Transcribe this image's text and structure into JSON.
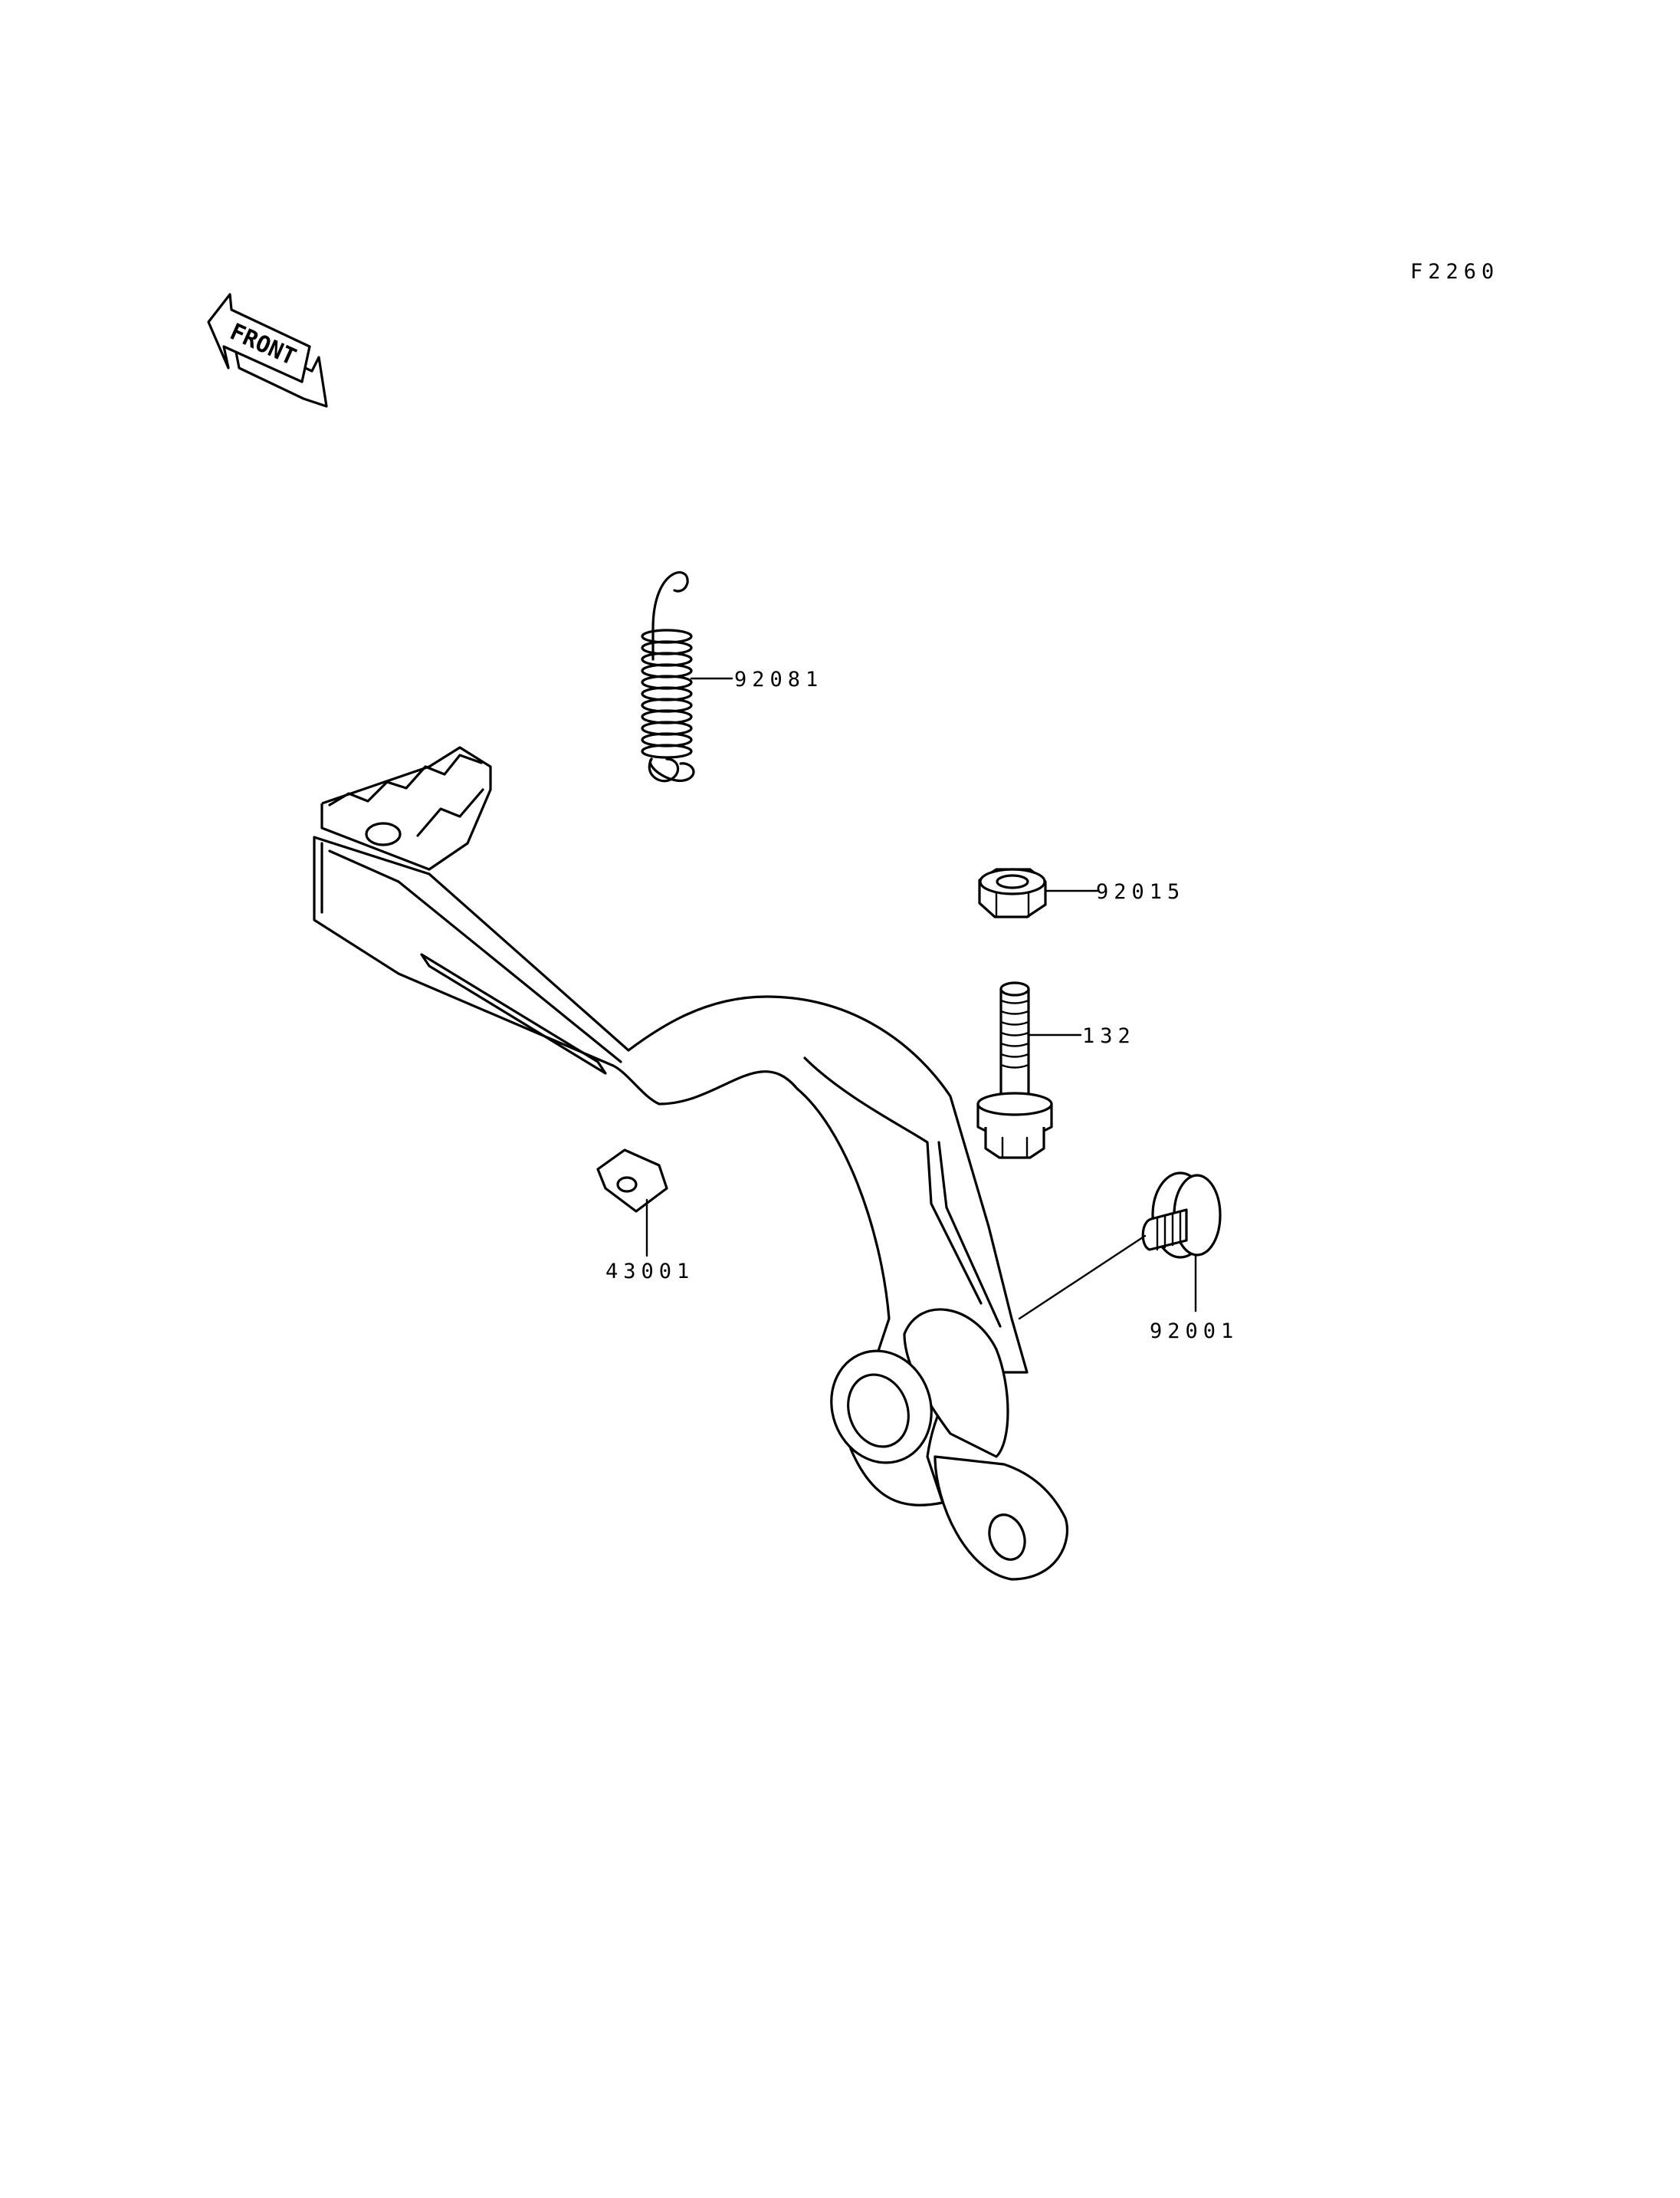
{
  "figure_code": "F2260",
  "front_label": "FRONT",
  "parts": [
    {
      "id": "spring",
      "number": "92081"
    },
    {
      "id": "nut",
      "number": "92015"
    },
    {
      "id": "bolt",
      "number": "132"
    },
    {
      "id": "pedal",
      "number": "43001"
    },
    {
      "id": "pivot-bolt",
      "number": "92001"
    }
  ]
}
